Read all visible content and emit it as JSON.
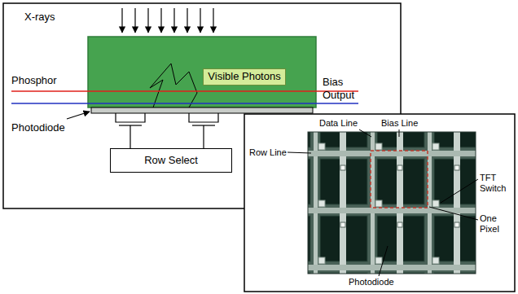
{
  "diagram": {
    "nodes": [
      {
        "text": [
          "Visible Photons"
        ]
      },
      {
        "text": [
          "Row Select"
        ]
      }
    ],
    "labels": [
      "X-rays",
      "Phosphor",
      "Bias",
      "Output",
      "Photodiode",
      "Data Line",
      "Bias Line",
      "Row Line",
      "TFT Switch",
      "One Pixel",
      "Photodiode"
    ]
  }
}
